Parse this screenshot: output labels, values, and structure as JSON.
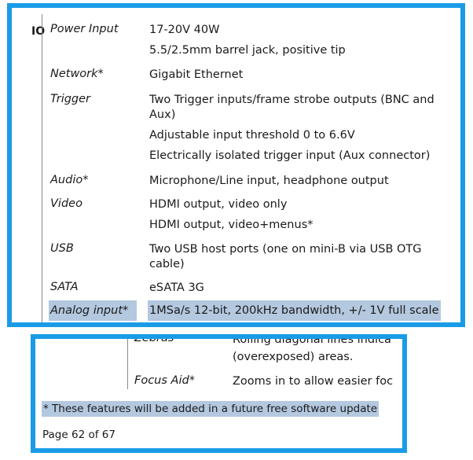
{
  "top_table": {
    "section": "IO",
    "rows": [
      {
        "category": "Power Input",
        "values": [
          "17-20V 40W",
          "5.5/2.5mm barrel jack, positive tip"
        ]
      },
      {
        "category": "Network*",
        "values": [
          "Gigabit Ethernet"
        ]
      },
      {
        "category": "Trigger",
        "values": [
          "Two Trigger inputs/frame strobe outputs (BNC and Aux)",
          "Adjustable input threshold 0 to 6.6V",
          "Electrically isolated trigger input (Aux connector)"
        ]
      },
      {
        "category": "Audio*",
        "values": [
          "Microphone/Line input, headphone output"
        ]
      },
      {
        "category": "Video",
        "values": [
          "HDMI output, video only",
          "HDMI output, video+menus*"
        ]
      },
      {
        "category": "USB",
        "values": [
          "Two USB host ports (one on mini-B via USB OTG cable)"
        ]
      },
      {
        "category": "SATA",
        "values": [
          "eSATA 3G"
        ]
      },
      {
        "category": "Analog input*",
        "values": [
          "1MSa/s 12-bit, 200kHz bandwidth, +/- 1V full scale"
        ]
      }
    ]
  },
  "bottom_table": {
    "rows": [
      {
        "category": "Zebras",
        "values": [
          "Rolling diagonal lines indica",
          "(overexposed) areas."
        ]
      },
      {
        "category": "Focus Aid*",
        "values": [
          "Zooms in to allow easier foc"
        ]
      }
    ]
  },
  "footnote": "* These features will be added in a future free software update",
  "page_number": "Page 62 of 67"
}
